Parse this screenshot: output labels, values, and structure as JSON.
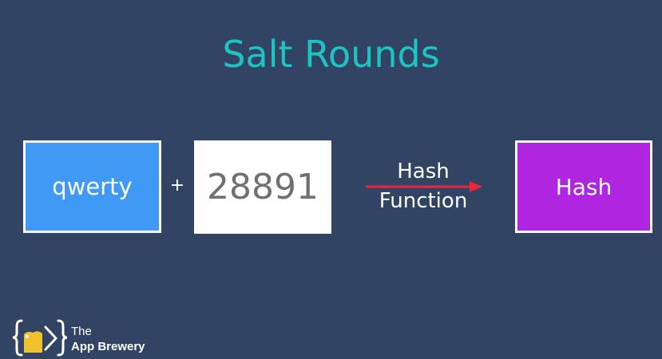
{
  "slide": {
    "title": "Salt Rounds"
  },
  "diagram": {
    "password": "qwerty",
    "operator": "+",
    "salt": "28891",
    "function_label_line1": "Hash",
    "function_label_line2": "Function",
    "output": "Hash"
  },
  "brand": {
    "line1": "The",
    "line2": "App Brewery"
  },
  "colors": {
    "background": "#324463",
    "title": "#1ec3c3",
    "password_box": "#4099f5",
    "salt_box": "#ffffff",
    "arrow": "#e8263e",
    "hash_box": "#b026e0",
    "logo_accent": "#f2c12e"
  }
}
